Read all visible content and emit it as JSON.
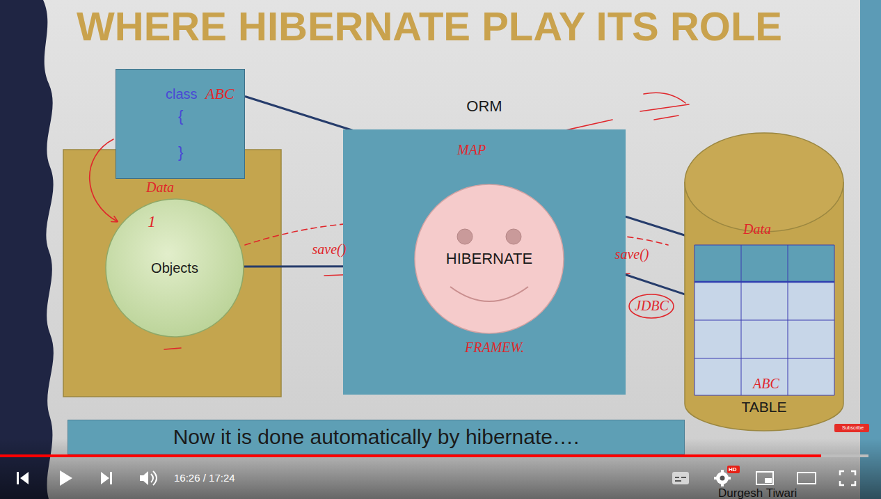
{
  "diagram": {
    "title": "WHERE HIBERNATE PLAY ITS ROLE",
    "nodes": [
      {
        "text": [
          "class",
          "{",
          "}"
        ]
      },
      {
        "text": [
          "ORM"
        ]
      },
      {
        "text": [
          "HIBERNATE"
        ],
        "in": 1
      },
      {
        "text": [
          "Objects"
        ]
      },
      {
        "text": [
          "TABLE"
        ]
      },
      {
        "text": [
          "Now it is done automatically by hibernate…."
        ]
      }
    ],
    "edges": [
      {
        "from": 0,
        "to": 4,
        "arrow": "to"
      },
      {
        "from": 3,
        "to": 2,
        "label": "save()",
        "arrow": "to"
      },
      {
        "from": 2,
        "to": 4,
        "label": "save()",
        "arrow": "to"
      }
    ],
    "labels": [
      "ABC",
      "Data",
      "1",
      "MAP",
      "FRAMEW.",
      "JDBC",
      "Data",
      "ABC",
      "16:26 / 17:24",
      "HD",
      "Durgesh Tiwari",
      "Subscribe"
    ]
  }
}
